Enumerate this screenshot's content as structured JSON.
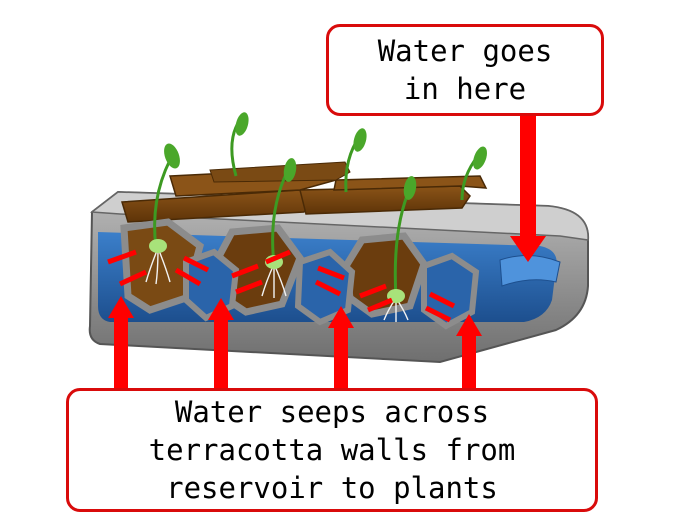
{
  "callouts": {
    "top": {
      "lines": [
        "Water goes",
        "in here"
      ]
    },
    "bottom": {
      "lines": [
        "Water seeps across",
        "terracotta walls from",
        "reservoir to plants"
      ]
    }
  },
  "colors": {
    "arrow": "#ff0000",
    "callout_border": "#d90b0b",
    "soil": "#7a4a14",
    "water": "#2f6fb7",
    "planter_shell": "#9a9a9a",
    "sprout": "#4aa72a",
    "seed": "#a8e27a"
  },
  "icons": {
    "arrow": "up-arrow-icon",
    "plant": "sprout-icon"
  }
}
